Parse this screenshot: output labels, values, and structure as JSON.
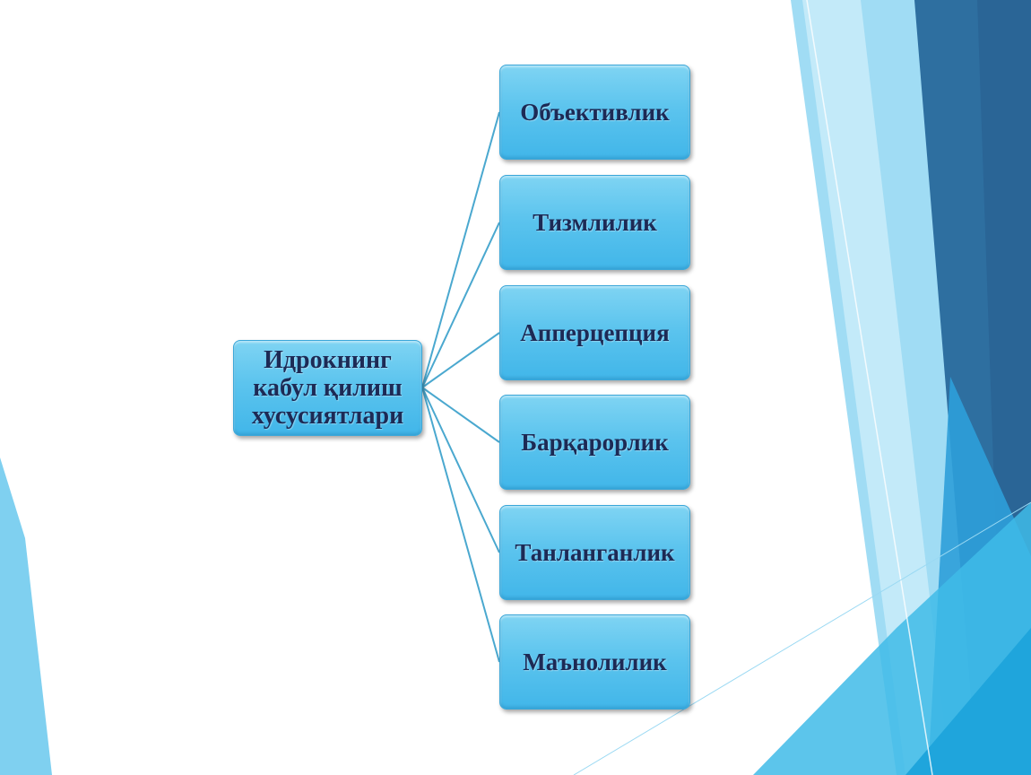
{
  "diagram": {
    "root": {
      "label_lines": [
        "Идрокнинг",
        "кабул қилиш",
        "хусусиятлари"
      ]
    },
    "children": [
      {
        "label": "Объективлик"
      },
      {
        "label": "Тизмлилик"
      },
      {
        "label": "Апперцепция"
      },
      {
        "label": "Барқарорлик"
      },
      {
        "label": "Танланганлик"
      },
      {
        "label": "Маънолилик"
      }
    ]
  },
  "colors": {
    "box_fill": "#5cc4ee",
    "box_text": "#1d2a55",
    "connector": "#4aa8cf",
    "background": "#ffffff",
    "decor_dark_blue": "#2e6fa0",
    "decor_light_blue": "#7fd4f3"
  }
}
